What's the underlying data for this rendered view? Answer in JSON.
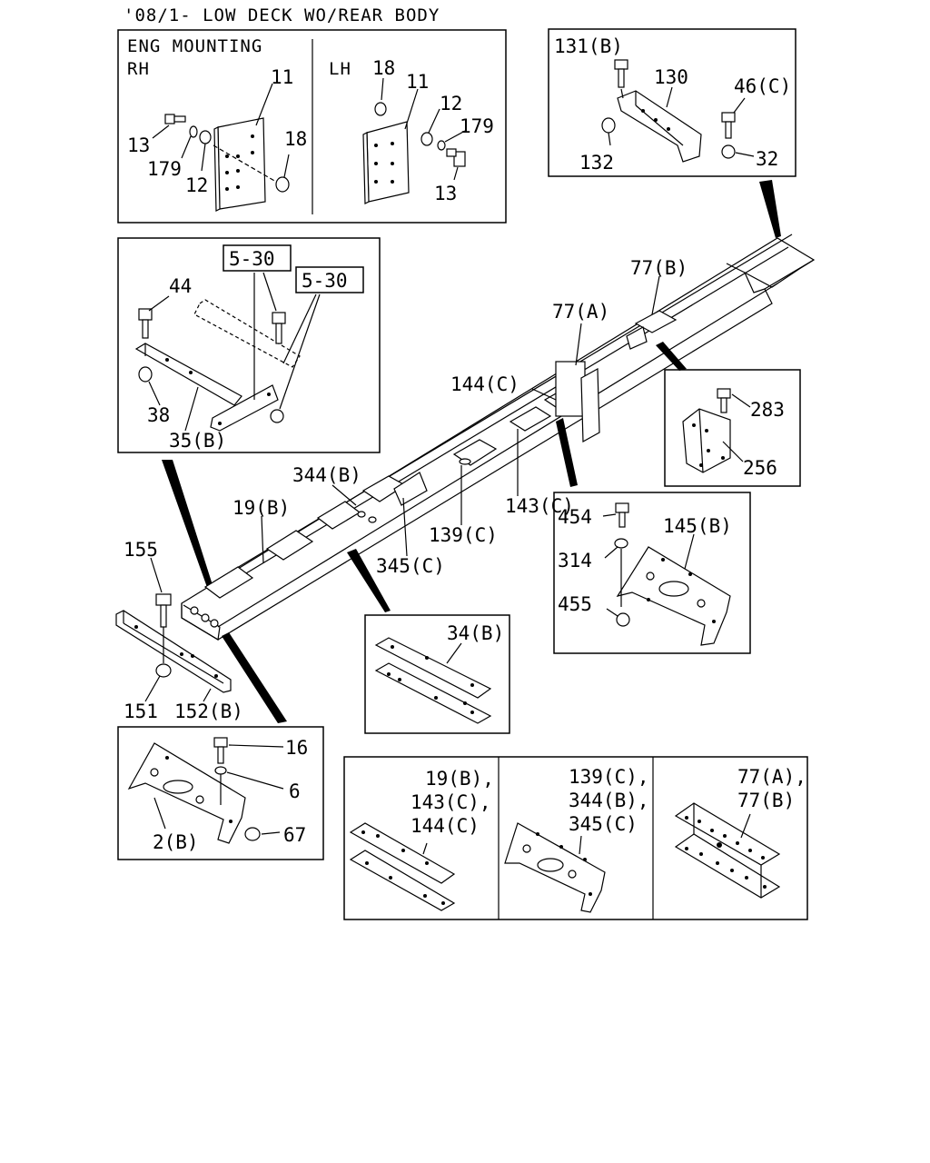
{
  "title": "'08/1- LOW DECK WO/REAR BODY",
  "eng_mount": {
    "heading": "ENG MOUNTING",
    "rh_label": "RH",
    "lh_label": "LH",
    "rh": {
      "p11": "11",
      "p13": "13",
      "p179": "179",
      "p12": "12",
      "p18": "18"
    },
    "lh": {
      "p18": "18",
      "p11": "11",
      "p12": "12",
      "p179": "179",
      "p13": "13"
    }
  },
  "top_right": {
    "p131": "131(B)",
    "p130": "130",
    "p46": "46(C)",
    "p132": "132",
    "p32": "32"
  },
  "crossmember_35": {
    "ref1": "5-30",
    "ref2": "5-30",
    "p44": "44",
    "p38": "38",
    "p35": "35(B)"
  },
  "frame": {
    "p77b": "77(B)",
    "p77a": "77(A)",
    "p144c": "144(C)",
    "p344b": "344(B)",
    "p19b": "19(B)",
    "p143c": "143(C)",
    "p139c": "139(C)",
    "p345c": "345(C)"
  },
  "bracket_283": {
    "p283": "283",
    "p256": "256"
  },
  "crossmember_145": {
    "p454": "454",
    "p145": "145(B)",
    "p314": "314",
    "p455": "455"
  },
  "front_bumper": {
    "p155": "155",
    "p151": "151",
    "p152": "152(B)"
  },
  "plate_34": {
    "p34": "34(B)"
  },
  "crossmember_2": {
    "p16": "16",
    "p6": "6",
    "p67": "67",
    "p2": "2(B)"
  },
  "detail_a": {
    "l1": "19(B),",
    "l2": "143(C),",
    "l3": "144(C)"
  },
  "detail_b": {
    "l1": "139(C),",
    "l2": "344(B),",
    "l3": "345(C)"
  },
  "detail_c": {
    "l1": "77(A),",
    "l2": "77(B)"
  }
}
